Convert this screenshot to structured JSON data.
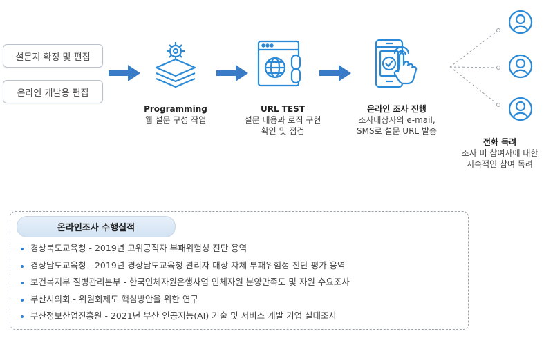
{
  "left_boxes": [
    "설문지 확정 및 편집",
    "온라인 개발용 편집"
  ],
  "steps": [
    {
      "title": "Programming",
      "lines": [
        "웹 설문 구성 작업"
      ],
      "icon": "gear-layers-icon"
    },
    {
      "title": "URL TEST",
      "lines": [
        "설문 내용과 로직 구현",
        "확인 및 점검"
      ],
      "icon": "web-link-icon"
    },
    {
      "title": "온라인 조사 진행",
      "lines": [
        "조사대상자의 e-mail,",
        "SMS로 설문 URL 발송"
      ],
      "icon": "mobile-tap-icon"
    }
  ],
  "followup": {
    "title": "전화 독려",
    "lines": [
      "조사 미 참여자에 대한",
      "지속적인 참여 독려"
    ]
  },
  "panel": {
    "title": "온라인조사 수행실적",
    "items": [
      "경상북도교육청 - 2019년 고위공직자 부패위험성 진단 용역",
      "경상남도교육청 - 2019년 경상남도교육청 관리자 대상 자체 부패위험성 진단 평가 용역",
      "보건복지부 질병관리본부 - 한국인체자원은행사업 인체자원 분양만족도 및 자원 수요조사",
      "부산시의회 - 위원회제도 핵심방안을 위한 연구",
      "부산정보산업진흥원 - 2021년 부산 인공지능(AI) 기술 및 서비스 개발 기업 실태조사"
    ]
  },
  "colors": {
    "accent": "#2f7fd1",
    "arrow": "#3a7bc8",
    "icon": "#2a8ad8"
  }
}
